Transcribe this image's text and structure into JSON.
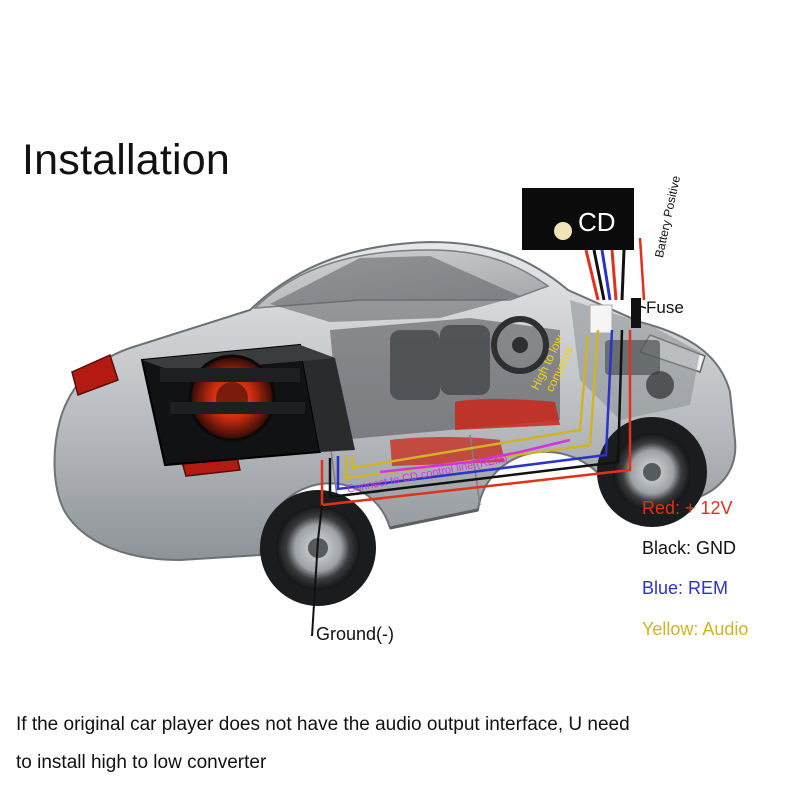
{
  "title": "Installation",
  "cd_label": "CD",
  "battery_label": "Battery Positive",
  "fuse_label": "Fuse",
  "high_low_label_line1": "High to low",
  "high_low_label_line2": "converter",
  "cd_control_label": "Connect to CD control line (REM)",
  "ground_label": "Ground(-)",
  "legend": {
    "red": "Red: + 12V",
    "black": "Black: GND",
    "blue": "Blue: REM",
    "yellow": "Yellow: Audio"
  },
  "colors": {
    "red": "#e0321a",
    "black": "#111111",
    "blue": "#2b33c8",
    "yellow": "#d1b426",
    "magenta": "#d133e0"
  },
  "note_line1": "If the original car player does not have the audio output interface, U need",
  "note_line2": "to install high to low converter"
}
